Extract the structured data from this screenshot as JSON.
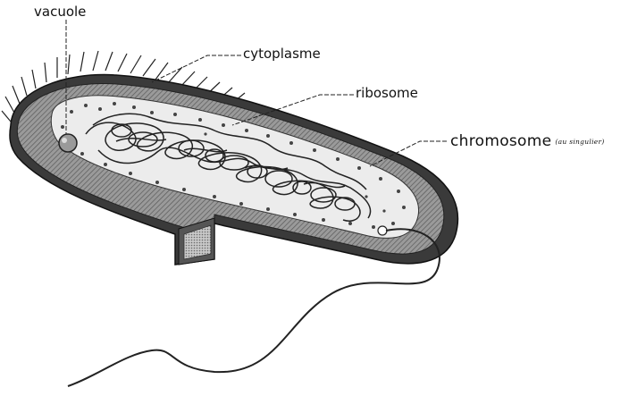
{
  "labels": {
    "vacuole": "vacuole",
    "cytoplasme": "cytoplasme",
    "ribosome": "ribosome",
    "chromosome": "chromosome",
    "chromosome_note": "(au singulier)"
  }
}
